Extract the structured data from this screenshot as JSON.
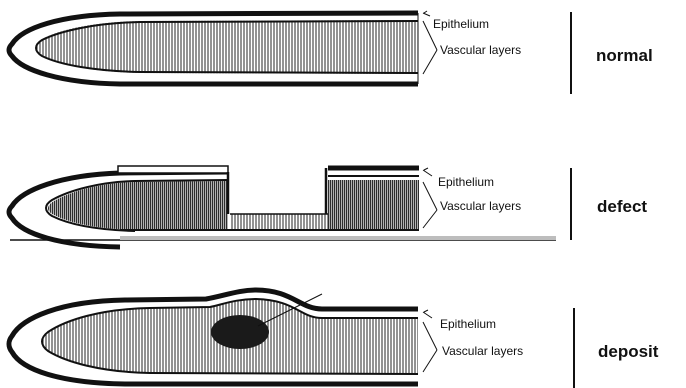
{
  "panels": [
    {
      "layer_labels": [
        "Epithelium",
        "Vascular layers"
      ],
      "condition_label": "normal"
    },
    {
      "layer_labels": [
        "Epithelium",
        "Vascular layers"
      ],
      "condition_label": "defect"
    },
    {
      "layer_labels": [
        "Epithelium",
        "Vascular layers"
      ],
      "condition_label": "deposit"
    }
  ],
  "colors": {
    "ink": "#111111",
    "background": "#ffffff"
  }
}
